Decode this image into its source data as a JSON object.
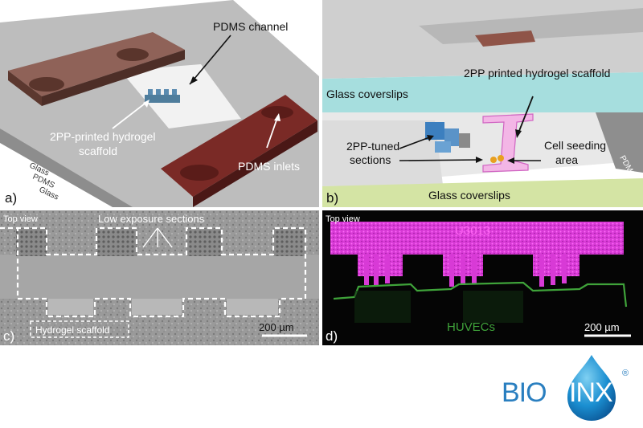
{
  "panel_a": {
    "label": "a)",
    "pdms_channel": "PDMS channel",
    "scaffold_line1": "2PP-printed hydrogel",
    "scaffold_line2": "scaffold",
    "pdms_inlets": "PDMS inlets",
    "layer_glass_top": "Glass",
    "layer_pdms": "PDMS",
    "layer_glass_bottom": "Glass"
  },
  "panel_b": {
    "label": "b)",
    "glass_top": "Glass coverslips",
    "scaffold_line1": "2PP printed hydrogel scaffold",
    "tuned_line1": "2PP-tuned",
    "tuned_line2": "sections",
    "seeding_line1": "Cell seeding",
    "seeding_line2": "area",
    "pdms": "PDMS",
    "glass_bottom": "Glass coverslips"
  },
  "panel_c": {
    "label": "c)",
    "top_view": "Top view",
    "low_exposure": "Low exposure sections",
    "hydrogel_scaffold": "Hydrogel scaffold",
    "scale_bar": "200 µm"
  },
  "panel_d": {
    "label": "d)",
    "top_view": "Top view",
    "u3013": "U3013",
    "huvecs": "HUVECs",
    "scale_bar": "200 µm"
  },
  "logo": {
    "text_left": "BIO",
    "text_right": "INX",
    "registered": "®"
  },
  "colors": {
    "pdms_brown": "#6b3a30",
    "glass_cyan": "#a6dede",
    "glass_green": "#d4e4a4",
    "magenta": "#e23ee0",
    "green_signal": "#3fa33a",
    "logo_blue": "#2a7fc0",
    "logo_drop": "#1b8fd1"
  }
}
